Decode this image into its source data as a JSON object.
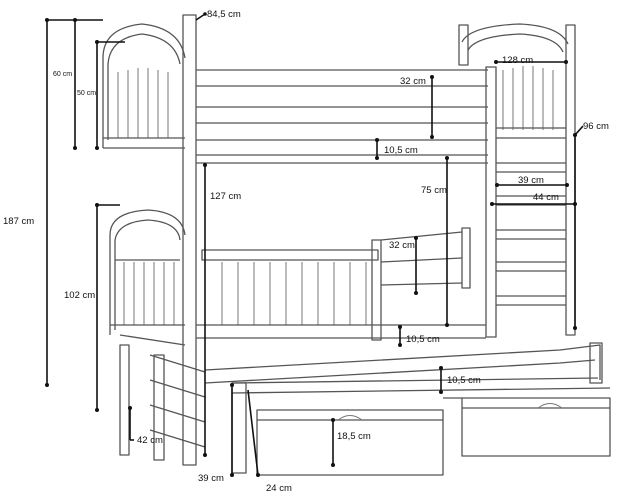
{
  "diagram": {
    "kind": "bunk bed with trundle drawers — dimensional drawing",
    "labels": {
      "total_height": "187 cm",
      "top_headboard_height": "60 cm",
      "top_headboard_inner": "50 cm",
      "top_post_width": "84,5 cm",
      "top_rail_width": "128 cm",
      "top_guard_height": "32 cm",
      "slat_gap_top": "10,5 cm",
      "right_depth": "96 cm",
      "ladder_step": "39 cm",
      "ladder_width": "44 cm",
      "post_height_mid": "127 cm",
      "under_height": "75 cm",
      "lower_guard_height": "32 cm",
      "lower_bed_height": "102 cm",
      "slat_gap_lower": "10,5 cm",
      "trundle_gap": "10,5 cm",
      "drawer_height": "18,5 cm",
      "foot_depth": "42 cm",
      "base_height": "39 cm",
      "base_depth": "24 cm"
    }
  }
}
